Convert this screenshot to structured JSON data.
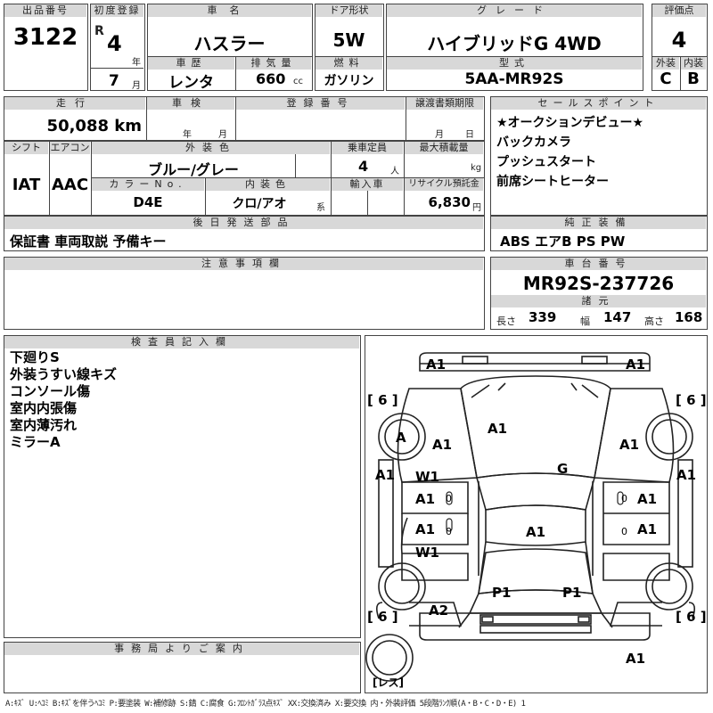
{
  "labels": {
    "lot_no": "出品番号",
    "first_reg": "初度登録",
    "model": "車名",
    "door": "ドア形状",
    "grade": "グレード",
    "score": "評価点",
    "history": "車歴",
    "displacement": "排気量",
    "fuel": "燃料",
    "type": "型式",
    "exterior": "外装",
    "interior": "内装",
    "mileage": "走行",
    "inspection": "車検",
    "reg_no": "登録番号",
    "transfer_due": "譲渡書類期限",
    "sales_point": "セールスポイント",
    "shift": "シフト",
    "aircon": "エアコン",
    "ext_color": "外装色",
    "capacity": "乗車定員",
    "max_load": "最大積載量",
    "color_no": "カラーNo.",
    "int_color": "内装色",
    "import": "輸入車",
    "recycle": "リサイクル預託金",
    "parts_later": "後日発送部品",
    "genuine_equipment": "純正装備",
    "notes": "注意事項欄",
    "chassis_no": "車台番号",
    "dims": "諸元",
    "inspector": "検査員記入欄",
    "office": "事務局よりご案内"
  },
  "units": {
    "year": "年",
    "month": "月",
    "cc": "cc",
    "persons": "人",
    "kg": "kg",
    "yen": "円",
    "kei": "系",
    "r": "R"
  },
  "values": {
    "lot_no": "3122",
    "reg_year": "4",
    "reg_month": "7",
    "model": "ハスラー",
    "door": "5W",
    "grade": "ハイブリッドG 4WD",
    "score": "4",
    "history": "レンタ",
    "displacement": "660",
    "fuel": "ガソリン",
    "type": "5AA-MR92S",
    "exterior": "C",
    "interior": "B",
    "mileage": "50,088 km",
    "shift": "IAT",
    "aircon": "AAC",
    "ext_color": "ブルー/グレー",
    "capacity": "4",
    "color_no": "D4E",
    "int_color": "クロ/アオ",
    "recycle": "6,830",
    "parts_later": "保証書 車両取説 予備キー",
    "genuine_equipment": "ABS エアB PS PW",
    "chassis_no": "MR92S-237726"
  },
  "sales_points": [
    "★オークションデビュー★",
    "バックカメラ",
    "プッシュスタート",
    "前席シートヒーター"
  ],
  "dims": {
    "length_label": "長さ",
    "length": "339",
    "width_label": "幅",
    "width": "147",
    "height_label": "高さ",
    "height": "168"
  },
  "inspector_notes": [
    "下廻りS",
    "外装うすい線キズ",
    "コンソール傷",
    "室内内張傷",
    "室内薄汚れ",
    "ミラーA"
  ],
  "diagram": {
    "tire_fl": "[ 6 ]",
    "tire_fr": "[ 6 ]",
    "tire_rl": "[ 6 ]",
    "tire_rr": "[ 6 ]",
    "spare": "[レス]",
    "marks": {
      "front_bumper_l": "A1",
      "front_bumper_r": "A1",
      "hood": "A1",
      "mirror_l": "A",
      "fender_l": "A1",
      "fender_r": "A1",
      "windshield": "G",
      "side_l": "A1",
      "side_r": "A1",
      "door_fl_1": "W1",
      "door_fl_2": "A1",
      "door_fr": "A1",
      "roof": "A1",
      "door_rl_1": "A1",
      "door_rl_2": "W1",
      "door_rr": "A1",
      "tail_l": "P1",
      "tail_r": "P1",
      "quarter_l": "A2",
      "rear_bumper": "A1",
      "zero_1": "0",
      "zero_2": "0",
      "zero_3": "0",
      "zero_4": "0"
    }
  },
  "legend": "A:ｷｽﾞ U:ﾍｺﾐ B:ｷｽﾞを伴うﾍｺﾐ P:要塗装 W:補修跡 S:錆 C:腐食 G:ﾌﾛﾝﾄｶﾞﾗｽ点ｷｽﾞ XX:交換済み X:要交換 内・外装評価 5段階ﾗﾝｸ順(A・B・C・D・E) 1"
}
